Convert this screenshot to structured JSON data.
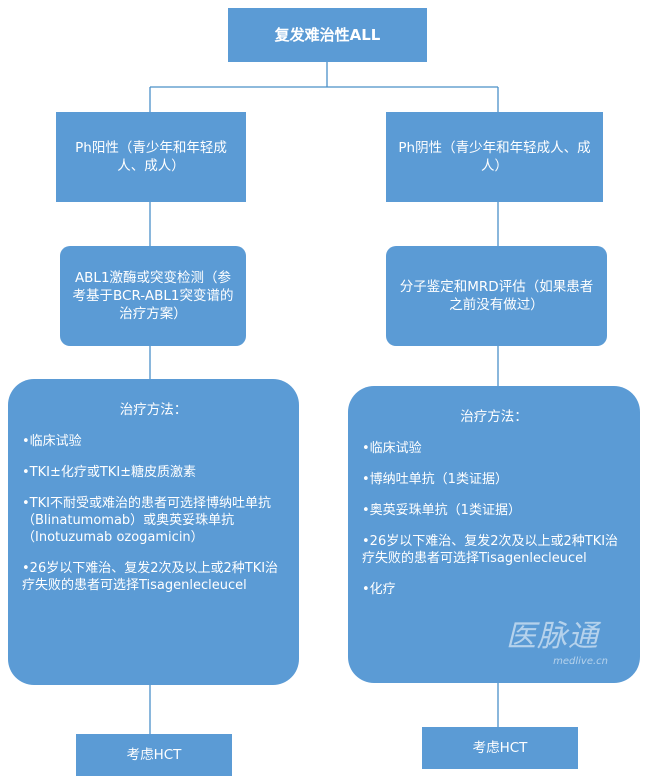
{
  "root": "复发难治性ALL",
  "left": {
    "group": "Ph阳性（青少年和年轻成人、成人）",
    "test": "ABL1激酶或突变检测（参考基于BCR-ABL1突变谱的治疗方案）",
    "treatment_title": "治疗方法：",
    "treatments": [
      "•临床试验",
      "•TKI±化疗或TKI±糖皮质激素",
      "•TKI不耐受或难治的患者可选择博纳吐单抗（Blinatumomab）或奥英妥珠单抗（Inotuzumab ozogamicin）",
      "•26岁以下难治、复发2次及以上或2种TKI治疗失败的患者可选择Tisagenlecleucel"
    ],
    "final": "考虑HCT"
  },
  "right": {
    "group": "Ph阴性（青少年和年轻成人、成人）",
    "test": "分子鉴定和MRD评估（如果患者之前没有做过）",
    "treatment_title": "治疗方法：",
    "treatments": [
      "•临床试验",
      "•博纳吐单抗（1类证据）",
      "•奥英妥珠单抗（1类证据）",
      "•26岁以下难治、复发2次及以上或2种TKI治疗失败的患者可选择Tisagenlecleucel",
      "•化疗"
    ],
    "final": "考虑HCT"
  },
  "watermark": {
    "brand": "医脉通",
    "site": "medlive.cn"
  },
  "colors": {
    "box": "#5b9bd5",
    "line": "#4a90c8"
  }
}
